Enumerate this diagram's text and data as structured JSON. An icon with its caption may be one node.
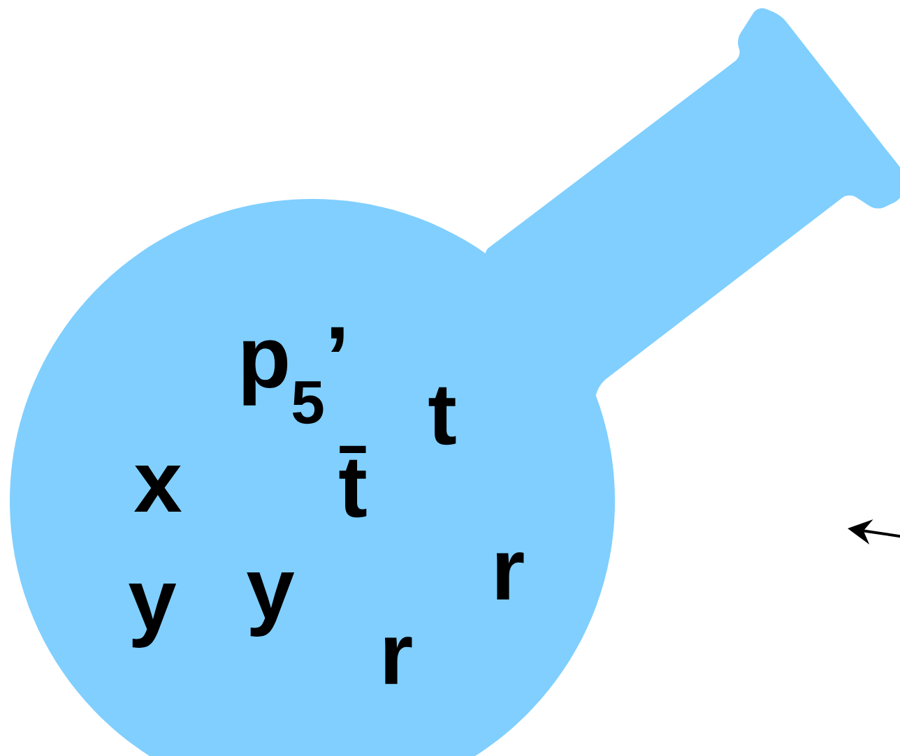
{
  "diagram": {
    "nodes": [
      {
        "text": [
          "p$_{5}$’",
          "t",
          "x",
          "t̄",
          "y",
          "y",
          "r",
          "r"
        ]
      }
    ]
  }
}
